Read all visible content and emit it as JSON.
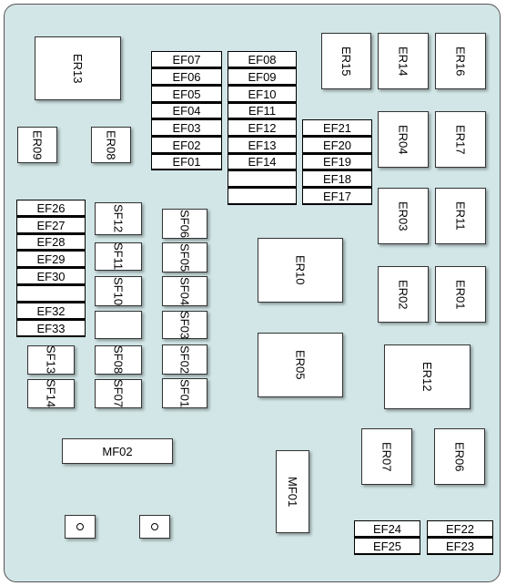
{
  "relays": {
    "ER13": "ER13",
    "ER15": "ER15",
    "ER14": "ER14",
    "ER16": "ER16",
    "ER09": "ER09",
    "ER08": "ER08",
    "ER04": "ER04",
    "ER17": "ER17",
    "ER03": "ER03",
    "ER11": "ER11",
    "ER10": "ER10",
    "ER02": "ER02",
    "ER01": "ER01",
    "ER05": "ER05",
    "ER12": "ER12",
    "ER07": "ER07",
    "ER06": "ER06"
  },
  "fuses": {
    "EF07": "EF07",
    "EF06": "EF06",
    "EF05": "EF05",
    "EF04": "EF04",
    "EF03": "EF03",
    "EF02": "EF02",
    "EF01": "EF01",
    "EF08": "EF08",
    "EF09": "EF09",
    "EF10": "EF10",
    "EF11": "EF11",
    "EF12": "EF12",
    "EF13": "EF13",
    "EF14": "EF14",
    "EF21": "EF21",
    "EF20": "EF20",
    "EF19": "EF19",
    "EF18": "EF18",
    "EF17": "EF17",
    "EF26": "EF26",
    "EF27": "EF27",
    "EF28": "EF28",
    "EF29": "EF29",
    "EF30": "EF30",
    "EF32": "EF32",
    "EF33": "EF33",
    "EF24": "EF24",
    "EF25": "EF25",
    "EF22": "EF22",
    "EF23": "EF23"
  },
  "small_fuses": {
    "SF12": "SF12",
    "SF11": "SF11",
    "SF10": "SF10",
    "SF06": "SF06",
    "SF05": "SF05",
    "SF04": "SF04",
    "SF03": "SF03",
    "SF13": "SF13",
    "SF14": "SF14",
    "SF08": "SF08",
    "SF07": "SF07",
    "SF02": "SF02",
    "SF01": "SF01"
  },
  "maxi_fuses": {
    "MF02": "MF02",
    "MF01": "MF01"
  }
}
